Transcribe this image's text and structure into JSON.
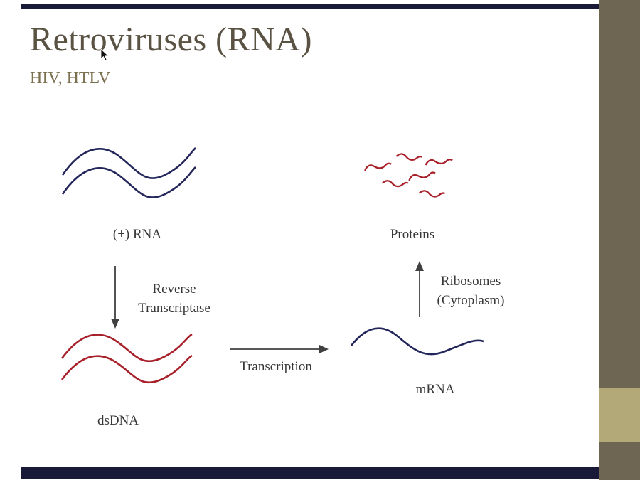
{
  "slide": {
    "title": "Retroviruses (RNA)",
    "subtitle": "HIV, HTLV"
  },
  "labels": {
    "rna": "(+) RNA",
    "proteins": "Proteins",
    "reverse_transcriptase_line1": "Reverse",
    "reverse_transcriptase_line2": "Transcriptase",
    "dsdna": "dsDNA",
    "transcription": "Transcription",
    "mrna": "mRNA",
    "ribosomes_line1": "Ribosomes",
    "ribosomes_line2": "(Cytoplasm)"
  },
  "colors": {
    "rna_strand": "#23265a",
    "dna_strand": "#a8202a",
    "protein_strand": "#a8202a",
    "mrna_strand": "#23265a",
    "arrow": "#404040",
    "title_text": "#5a5344",
    "subtitle_text": "#7b7050",
    "label_text": "#363636",
    "accent_bar": "#191a38",
    "side_band": "#6e6553",
    "side_band_highlight": "#b3a878",
    "cursor": "#111111"
  }
}
